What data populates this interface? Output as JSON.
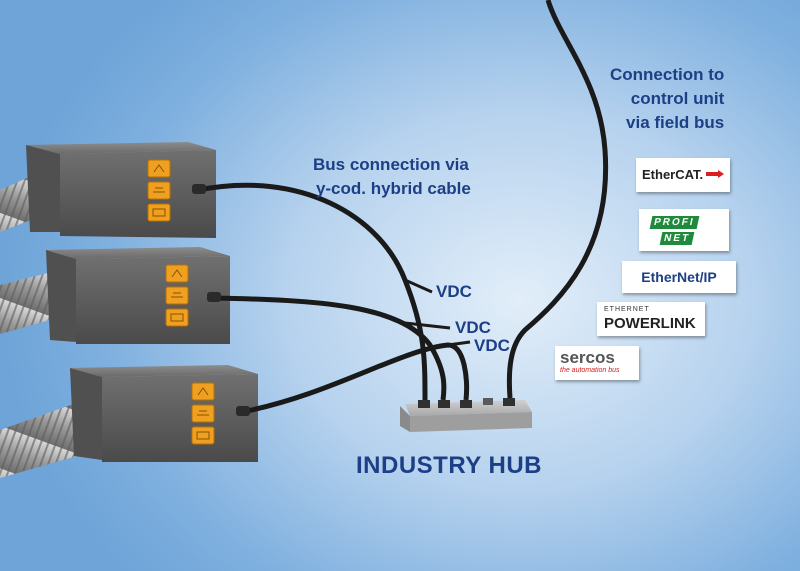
{
  "labels": {
    "bus_line1": "Bus connection via",
    "bus_line2": "y-cod. hybrid cable",
    "ctrl_line1": "Connection to",
    "ctrl_line2": "control unit",
    "ctrl_line3": "via field bus",
    "vdc1": "VDC",
    "vdc2": "VDC",
    "vdc3": "VDC",
    "hub_title": "INDUSTRY HUB"
  },
  "logos": {
    "ethercat": "EtherCAT.",
    "profinet_line1": "PROFI",
    "profinet_line2": "NET",
    "ethernetip": "EtherNet/IP",
    "powerlink_small": "ETHERNET",
    "powerlink_big": "POWERLINK",
    "sercos_big": "sercos",
    "sercos_small": "the automation bus"
  },
  "colors": {
    "label_blue": "#1d3f86",
    "button_orange": "#f0a020",
    "profinet_green": "#1f8a3c",
    "sercos_red": "#d82020",
    "cable": "#1a1a1a"
  },
  "icons": [
    "sensor-block",
    "cable",
    "industry-hub",
    "orange-button-icon"
  ]
}
